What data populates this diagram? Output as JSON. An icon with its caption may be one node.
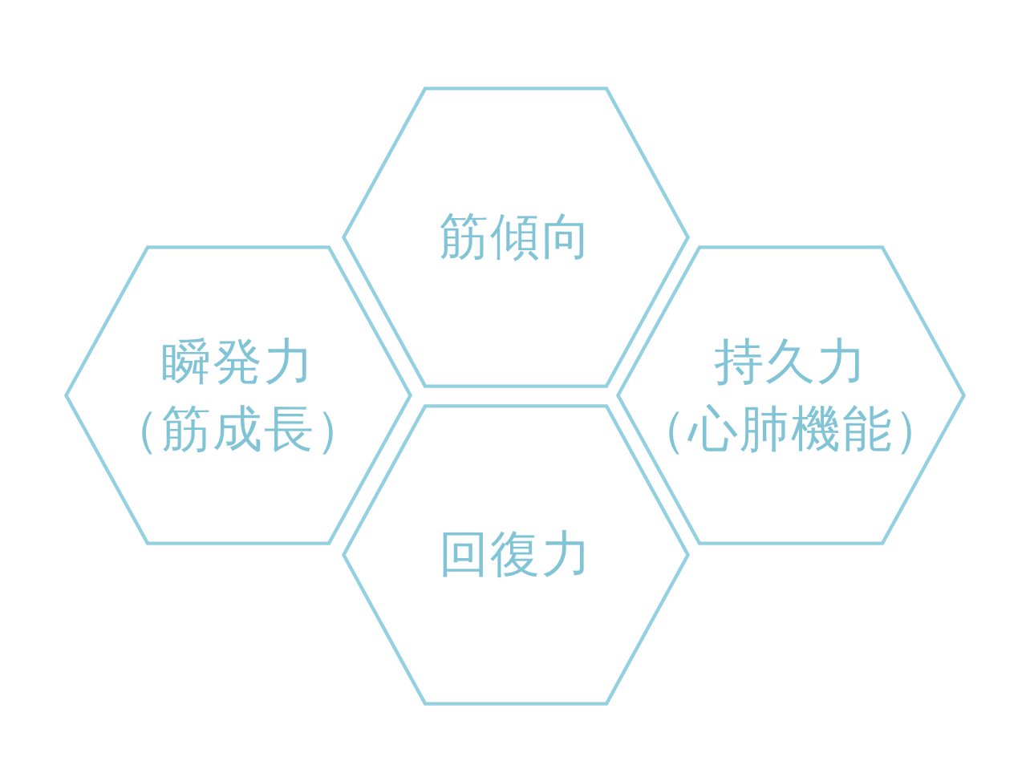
{
  "diagram": {
    "nodes": [
      {
        "text": [
          "筋傾向"
        ]
      },
      {
        "text": [
          "瞬発力",
          "（筋成長）"
        ]
      },
      {
        "text": [
          "持久力",
          "（心肺機能）"
        ]
      },
      {
        "text": [
          "回復力"
        ]
      }
    ]
  }
}
